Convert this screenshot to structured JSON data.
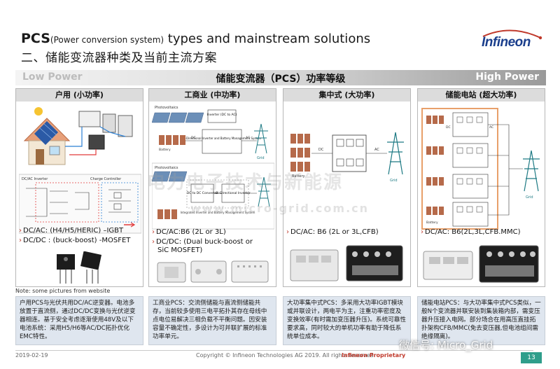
{
  "title": {
    "en_bold": "PCS",
    "en_paren": "(Power conversion  system)",
    "en_rest": " types and mainstream solutions",
    "cn": "二、储能变流器种类及当前主流方案"
  },
  "logo": {
    "text": "Infineon"
  },
  "power_bar": {
    "low": "Low Power",
    "center": "储能变流器（PCS）功率等级",
    "high": "High Power"
  },
  "columns": [
    {
      "header": "户用 (小功率)",
      "bullets": [
        "DC/AC: (H4/H5/HERIC) –IGBT",
        "DC/DC : (buck-boost) -MOSFET"
      ],
      "desc": "户用PCS与光伏共用DC/AC逆变器。电池多放置于直流侧，通过DC/DC变换与光伏逆变器相连。基于安全考虑逐渐使用48V及以下电池系统：采用H5/H6等AC/DC拓扑优化EMC特性。"
    },
    {
      "header": "工商业 (中功率)",
      "bullets": [
        "DC/AC:B6 (2L or 3L)",
        "DC/DC: (Dual buck-boost or",
        "SiC MOSFET)"
      ],
      "desc": "工商业PCS：交流侧储能与直流侧储能共存，当前较多使用三电平拓扑其存在母线中点电位易解决三相负载不平衡问题。因安装容量不确定性，多设计为可并联扩展的标准功率单元。"
    },
    {
      "header": "集中式 (大功率)",
      "bullets": [
        "DC/AC: B6 (2L or 3L,CFB)"
      ],
      "desc": "大功率集中式PCS：多采用大功率IGBT模块或并联设计，两电平为主，注重功率密度及变换效率(有时需加变压器升压)。系统可靠性要求高，同时较大的单机功率有助于降低系统单位成本。"
    },
    {
      "header": "储能电站 (超大功率)",
      "bullets": [
        "DC/AC: B6(2L,3L,CFB.MMC)"
      ],
      "desc": "储能电站PCS：与大功率集中式PCS类似，一般N个变流器并联安装到集装箱内部，需变压器升压接入电网。部分场合在用高压直挂拓扑架构CFB/MMC(免去变压器,但电池组间需绝缘隔离)。"
    }
  ],
  "diagram_labels": {
    "dc_inverter": "DC/AC Inverter",
    "charge_controller": "Charge Controller",
    "photovoltaics": "Photovoltaics",
    "inverter_box": "Inverter (DC to AC)",
    "bidir_box": "Bi-Directional Inverter and Battery Management System",
    "dcdc_box": "DC to DC Converter",
    "bidir_inv": "Bi-Directional Inverter",
    "integrated": "Integrated Inverter and Battery Management System",
    "battery": "Battery",
    "grid": "Grid",
    "dc": "DC",
    "ac": "AC"
  },
  "note": "Note: some pictures from website",
  "footer": {
    "date": "2019-02-19",
    "copyright": "Copyright © Infineon Technologies AG 2019. All rights reserved.",
    "proprietary": "Infineon Proprietary",
    "page": "13"
  },
  "watermarks": {
    "cn": "电力电子技术与新能源",
    "url": "www.micro-grid.com.cn",
    "wechat": "微信号: Micro_Grid"
  },
  "colors": {
    "infineon_blue": "#1a3e8c",
    "infineon_red": "#c0392b",
    "page_green": "#2f9e8b",
    "desc_bg": "#dfe6ef"
  }
}
